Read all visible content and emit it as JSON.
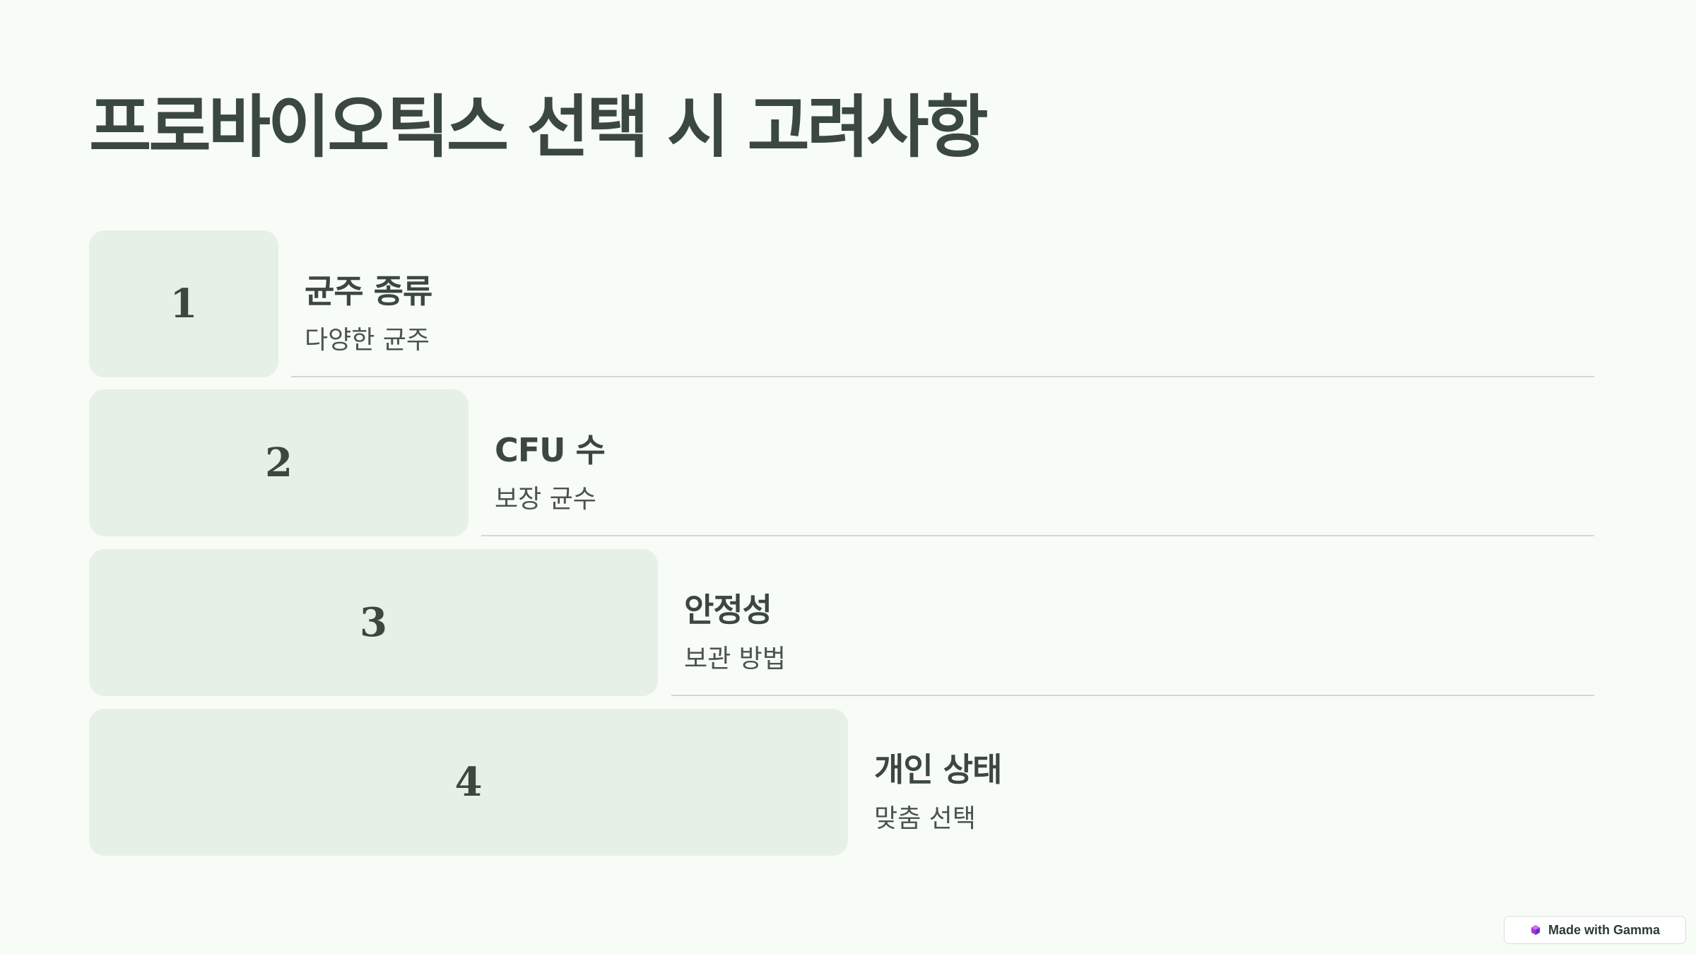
{
  "title": "프로바이오틱스 선택 시 고려사항",
  "steps": [
    {
      "number": "1",
      "heading": "균주 종류",
      "description": "다양한 균주"
    },
    {
      "number": "2",
      "heading": "CFU 수",
      "description": "보장 균수"
    },
    {
      "number": "3",
      "heading": "안정성",
      "description": "보관 방법"
    },
    {
      "number": "4",
      "heading": "개인 상태",
      "description": "맞춤 선택"
    }
  ],
  "badge": {
    "label": "Made with Gamma",
    "icon": "gamma-logo-icon"
  },
  "colors": {
    "background": "#f8fcf7",
    "box": "#e7f0e6",
    "text": "#3b4840",
    "rule": "#d2d8d1",
    "logo": "#a03ad6"
  }
}
